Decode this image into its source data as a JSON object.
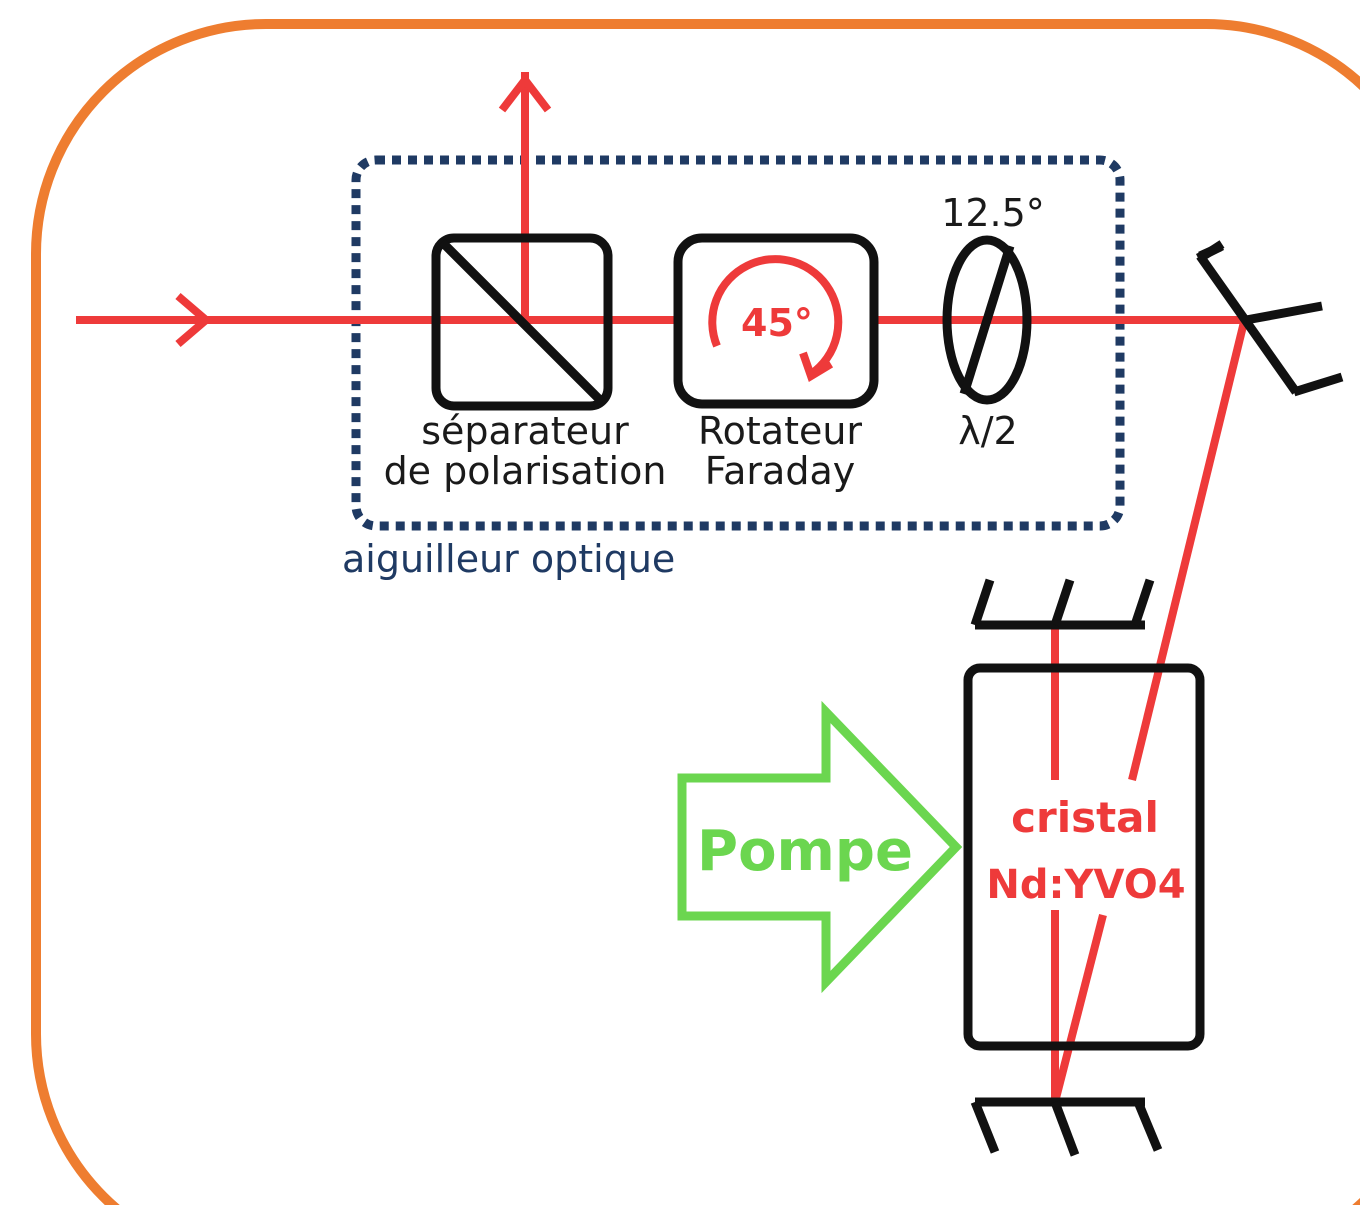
{
  "colors": {
    "frame": "#ee7d30",
    "beam": "#ee3a3a",
    "component": "#111111",
    "isolator_box": "#1f3a63",
    "pump": "#6bd64f"
  },
  "isolator": {
    "caption": "aiguilleur optique",
    "splitter": {
      "line1": "séparateur",
      "line2": "de polarisation"
    },
    "rotator": {
      "angle": "45°",
      "line1": "Rotateur",
      "line2": "Faraday"
    },
    "waveplate": {
      "angle": "12.5°",
      "label": "λ/2"
    }
  },
  "pump": {
    "label": "Pompe"
  },
  "crystal": {
    "line1": "cristal",
    "line2": "Nd:YVO4"
  }
}
